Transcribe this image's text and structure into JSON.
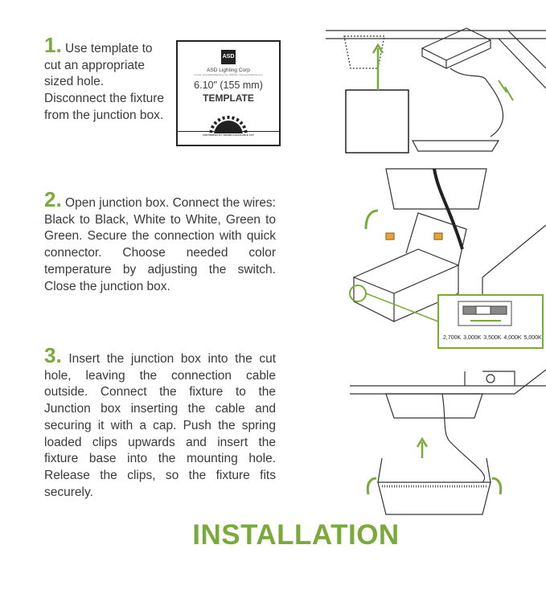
{
  "steps": [
    {
      "number": "1.",
      "text": "Use template to cut an appropriate sized hole. Disconnect the fixture from the junction box."
    },
    {
      "number": "2.",
      "text": "Open junction box. Connect the wires: Black to Black, White to White, Green to Green. Secure the connection with quick connector. Choose needed color temperature by adjusting the switch. Close the junction box."
    },
    {
      "number": "3.",
      "text": "Insert the junction box into the cut hole, leaving the connection cable outside. Connect the fixture to the Junction box inserting the cable and securing it with a cap. Push the spring loaded clips upwards and insert the fixture base into the mounting hole. Release the clips, so the fixture fits securely."
    }
  ],
  "template": {
    "logo": "ASD",
    "company": "ASD Lighting Corp",
    "contact": "E-mail: orders@asdlighting.com  Website: www.asd-lighting.com",
    "size": "6.10\" (155 mm)",
    "label": "TEMPLATE",
    "footer": "FOR PERFECTLY ROUND CLEAN HOLE CUT"
  },
  "color_temperatures": "2,700K 3,000K 3,500K 4,000K 5,000K",
  "title": "INSTALLATION",
  "colors": {
    "accent": "#7aab3a",
    "text": "#3a3a3a"
  }
}
